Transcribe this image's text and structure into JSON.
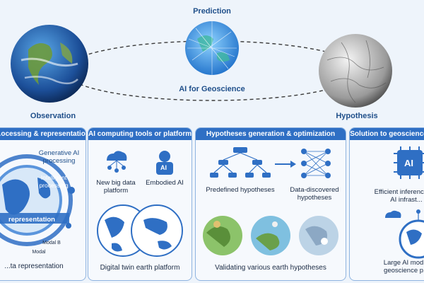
{
  "top": {
    "prediction": "Prediction",
    "center": "AI for Geoscience",
    "observation": "Observation",
    "hypothesis": "Hypothesis"
  },
  "panels": [
    {
      "title": "...ocessing & representation",
      "ring_outer": "Generative AI processing",
      "ring_inner": "Intelligent processing",
      "band": "representation",
      "modal_b": "Modal B",
      "modal": "Modal",
      "bottom": "...ta representation"
    },
    {
      "title": "AI computing tools or platforms",
      "item1": "New big data platform",
      "item2": "Embodied AI",
      "bottom": "Digital twin earth platform",
      "ai_badge": "AI"
    },
    {
      "title": "Hypotheses generation & optimization",
      "item1": "Predefined hypotheses",
      "item2": "Data-discovered hypotheses",
      "bottom": "Validating various earth hypotheses"
    },
    {
      "title": "Solution to geoscience in...",
      "ai_badge": "AI",
      "item1": "Efficient inferenc... by AI infrast...",
      "item2": "Large AI mod... geoscience p..."
    }
  ],
  "colors": {
    "accent": "#2f6fc4",
    "title": "#1f4f8a",
    "panel_border": "#8fb4e0"
  }
}
